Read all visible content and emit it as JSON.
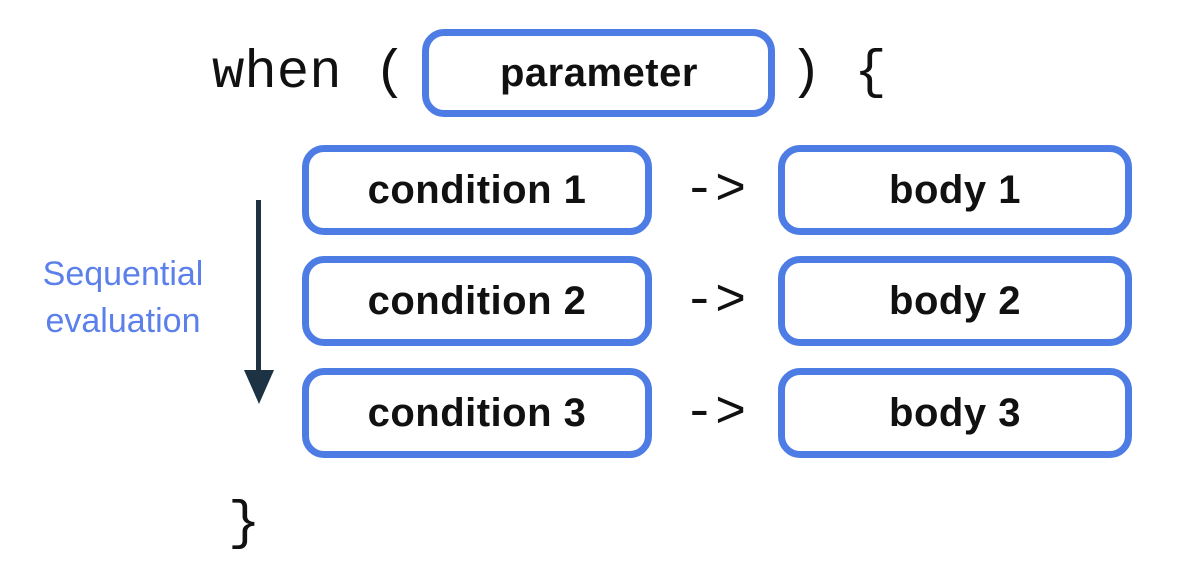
{
  "code": {
    "when_open": "when (",
    "close_paren_open_brace": ") {",
    "closing_brace": "}"
  },
  "parameter_box": {
    "label": "parameter"
  },
  "rows": [
    {
      "condition": "condition 1",
      "arrow": "->",
      "body": "body 1"
    },
    {
      "condition": "condition 2",
      "arrow": "->",
      "body": "body 2"
    },
    {
      "condition": "condition 3",
      "arrow": "->",
      "body": "body 3"
    }
  ],
  "side_label": {
    "text": "Sequential evaluation"
  },
  "colors": {
    "box_border": "#4d7ce4",
    "side_label_text": "#5b80ea",
    "sequence_arrow": "#1d3343",
    "code_text": "#111111",
    "background": "#ffffff"
  }
}
